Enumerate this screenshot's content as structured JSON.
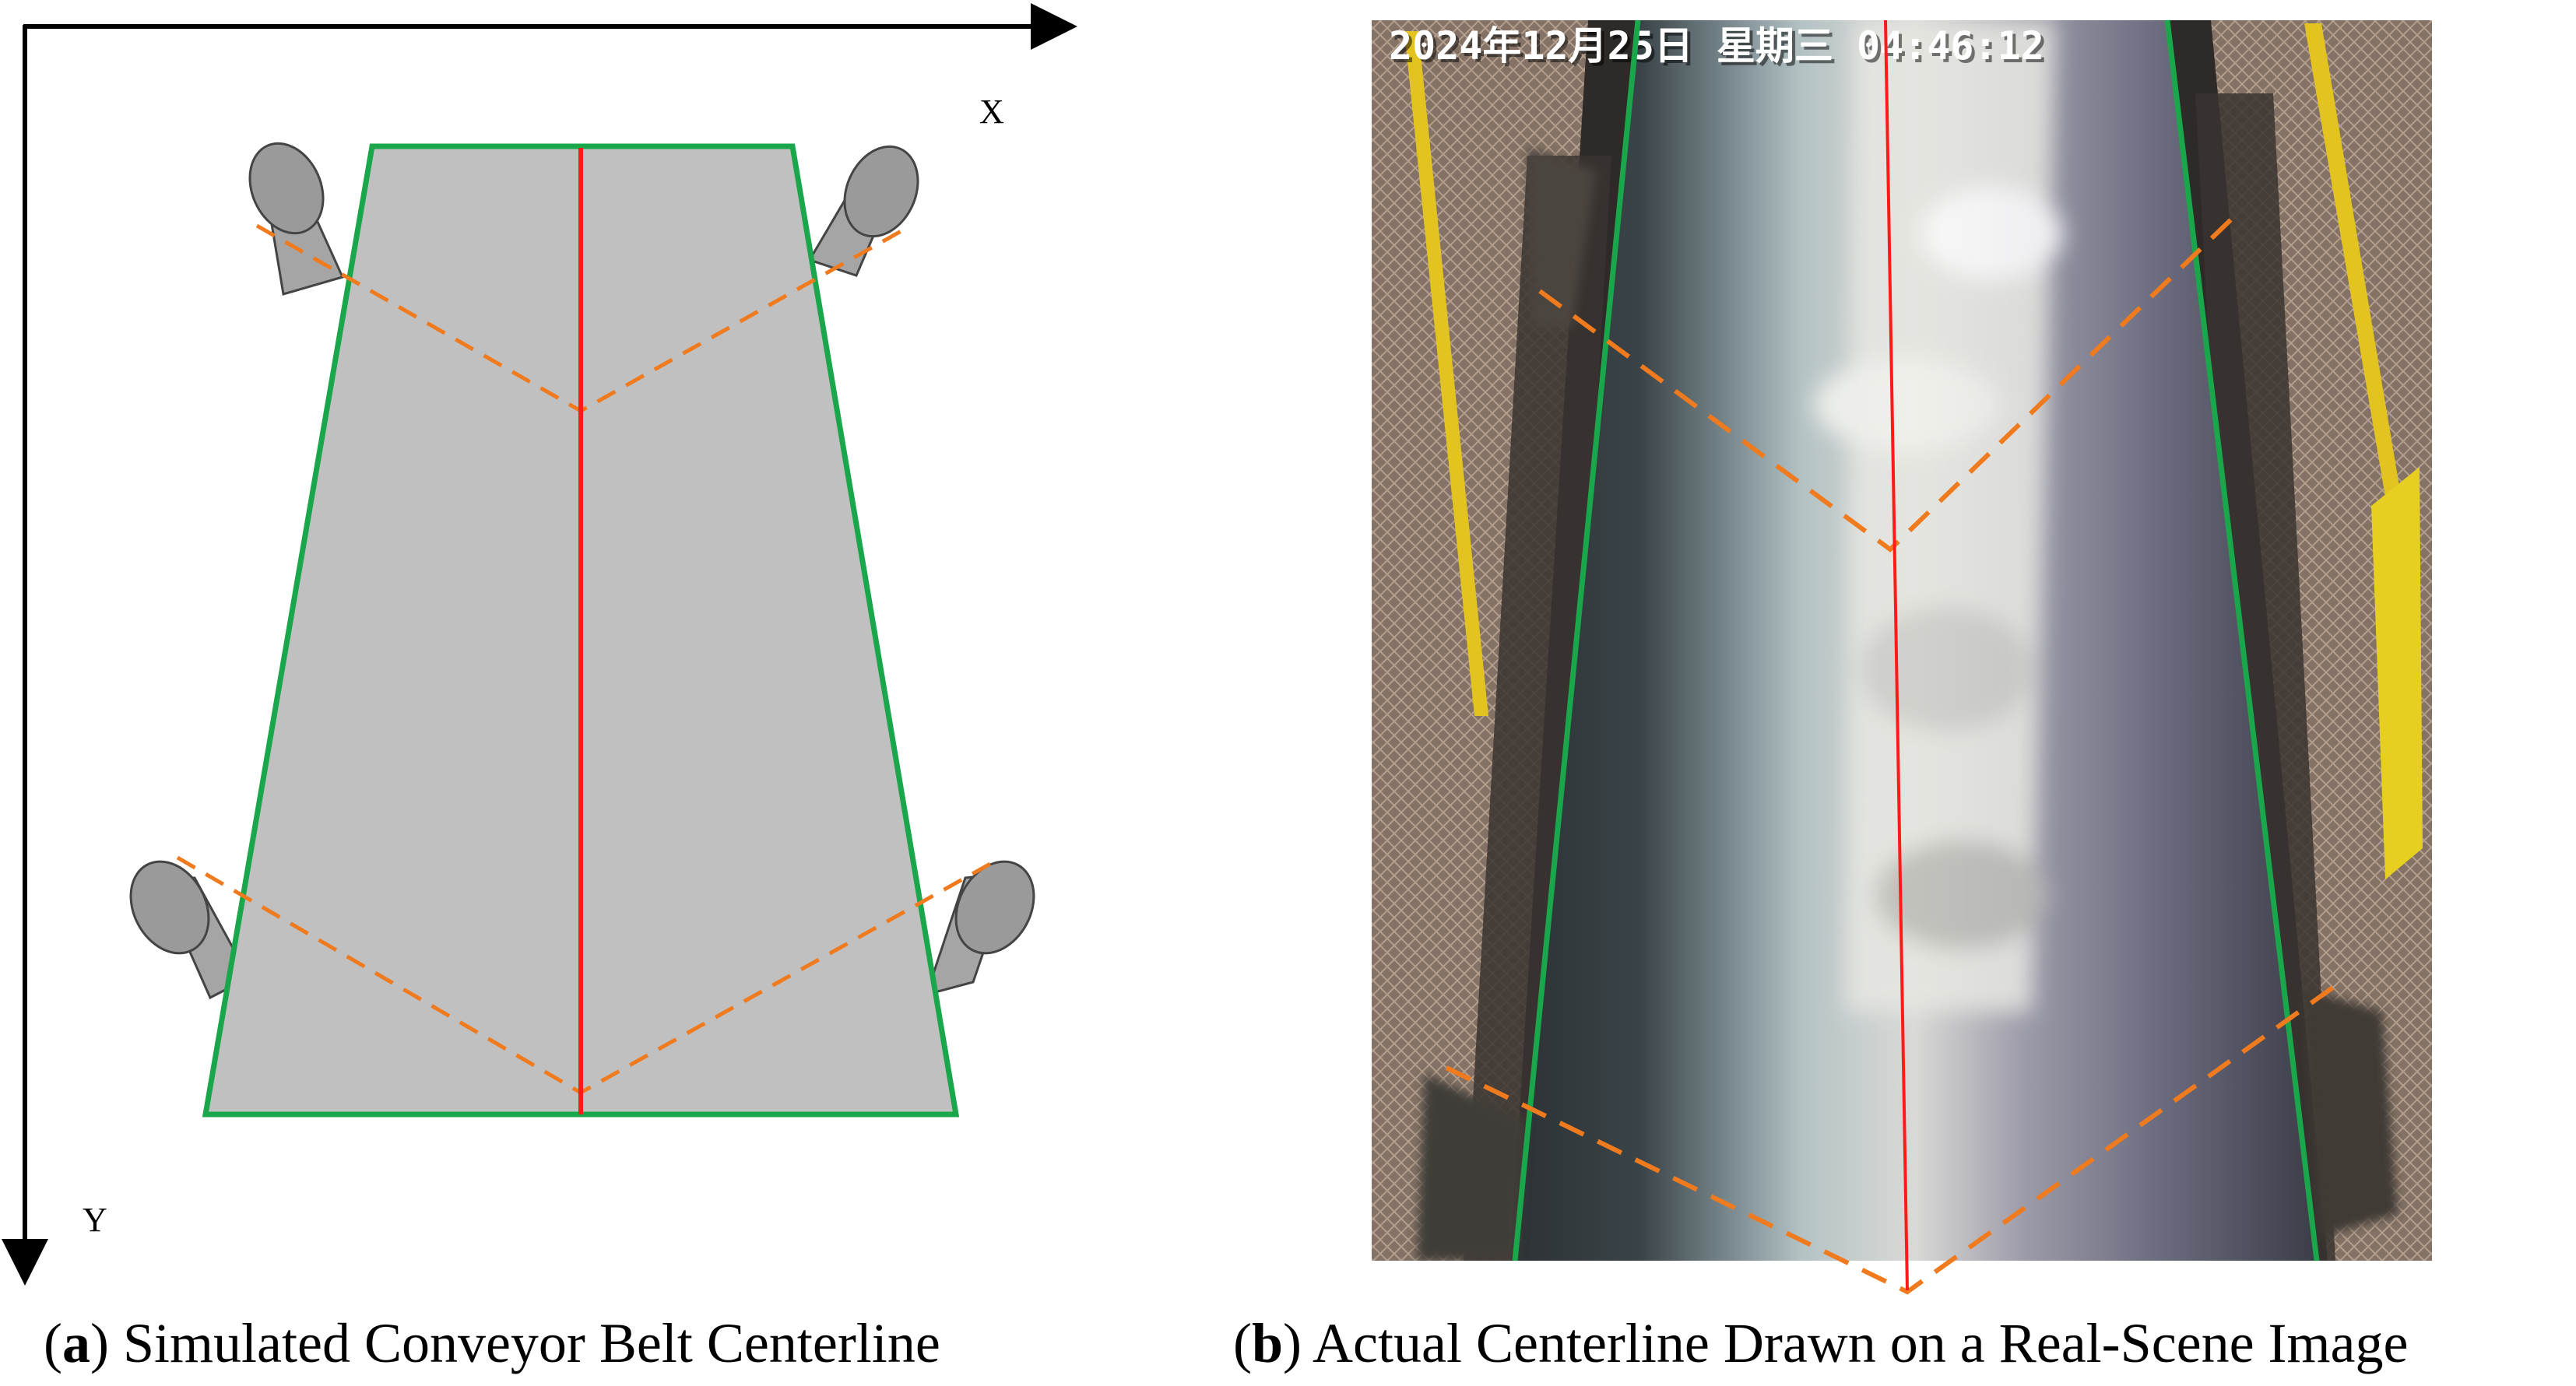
{
  "panel_a": {
    "x_axis_label": "X",
    "y_axis_label": "Y",
    "caption_letter": "a",
    "caption_text": " Simulated Conveyor Belt Centerline"
  },
  "panel_b": {
    "timestamp": "2024年12月25日 星期三 04:46:12",
    "caption_letter": "b",
    "caption_text": " Actual Centerline Drawn on a Real-Scene Image"
  },
  "colors": {
    "belt_edge": "#1aa64a",
    "centerline": "#ff1a1a",
    "idler_projection": "#f07a1e",
    "belt_fill": "#c0c0c0",
    "idler": "#8c8c8c"
  },
  "icons": [
    "idler-roller-icon"
  ]
}
